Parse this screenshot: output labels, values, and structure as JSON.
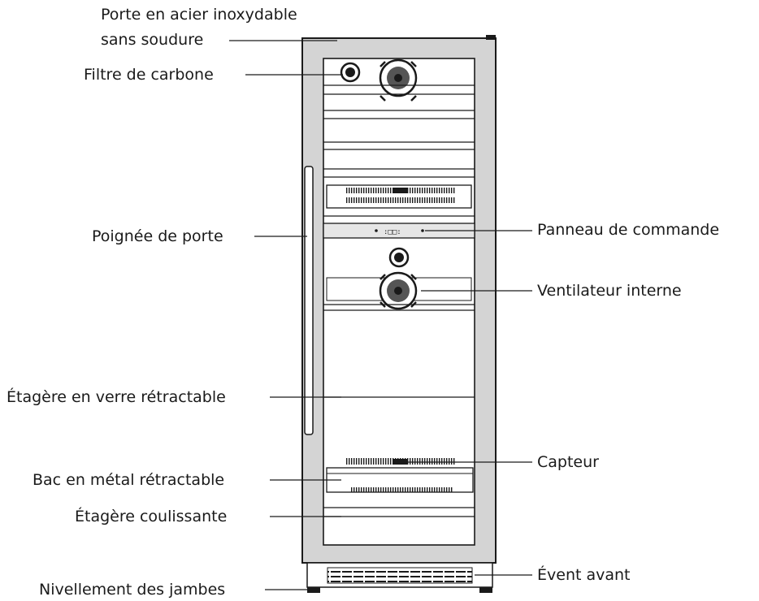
{
  "labels": {
    "door": [
      "Porte en acier inoxydable",
      "sans soudure"
    ],
    "carbon_filter": "Filtre de carbone",
    "door_handle": "Poignée de porte",
    "glass_shelf": "Étagère en verre rétractable",
    "metal_tray": "Bac en métal rétractable",
    "sliding_shelf": "Étagère coulissante",
    "leveling_legs": "Nivellement des jambes",
    "control_panel": "Panneau de commande",
    "internal_fan": "Ventilateur interne",
    "sensor": "Capteur",
    "front_vent": "Évent avant"
  },
  "colors": {
    "line": "#1a1a1a",
    "frame": "#c8c8c8",
    "text": "#1a1a1a"
  },
  "icons": [
    "carbon-filter-icon",
    "fan-icon",
    "sensor-icon"
  ]
}
